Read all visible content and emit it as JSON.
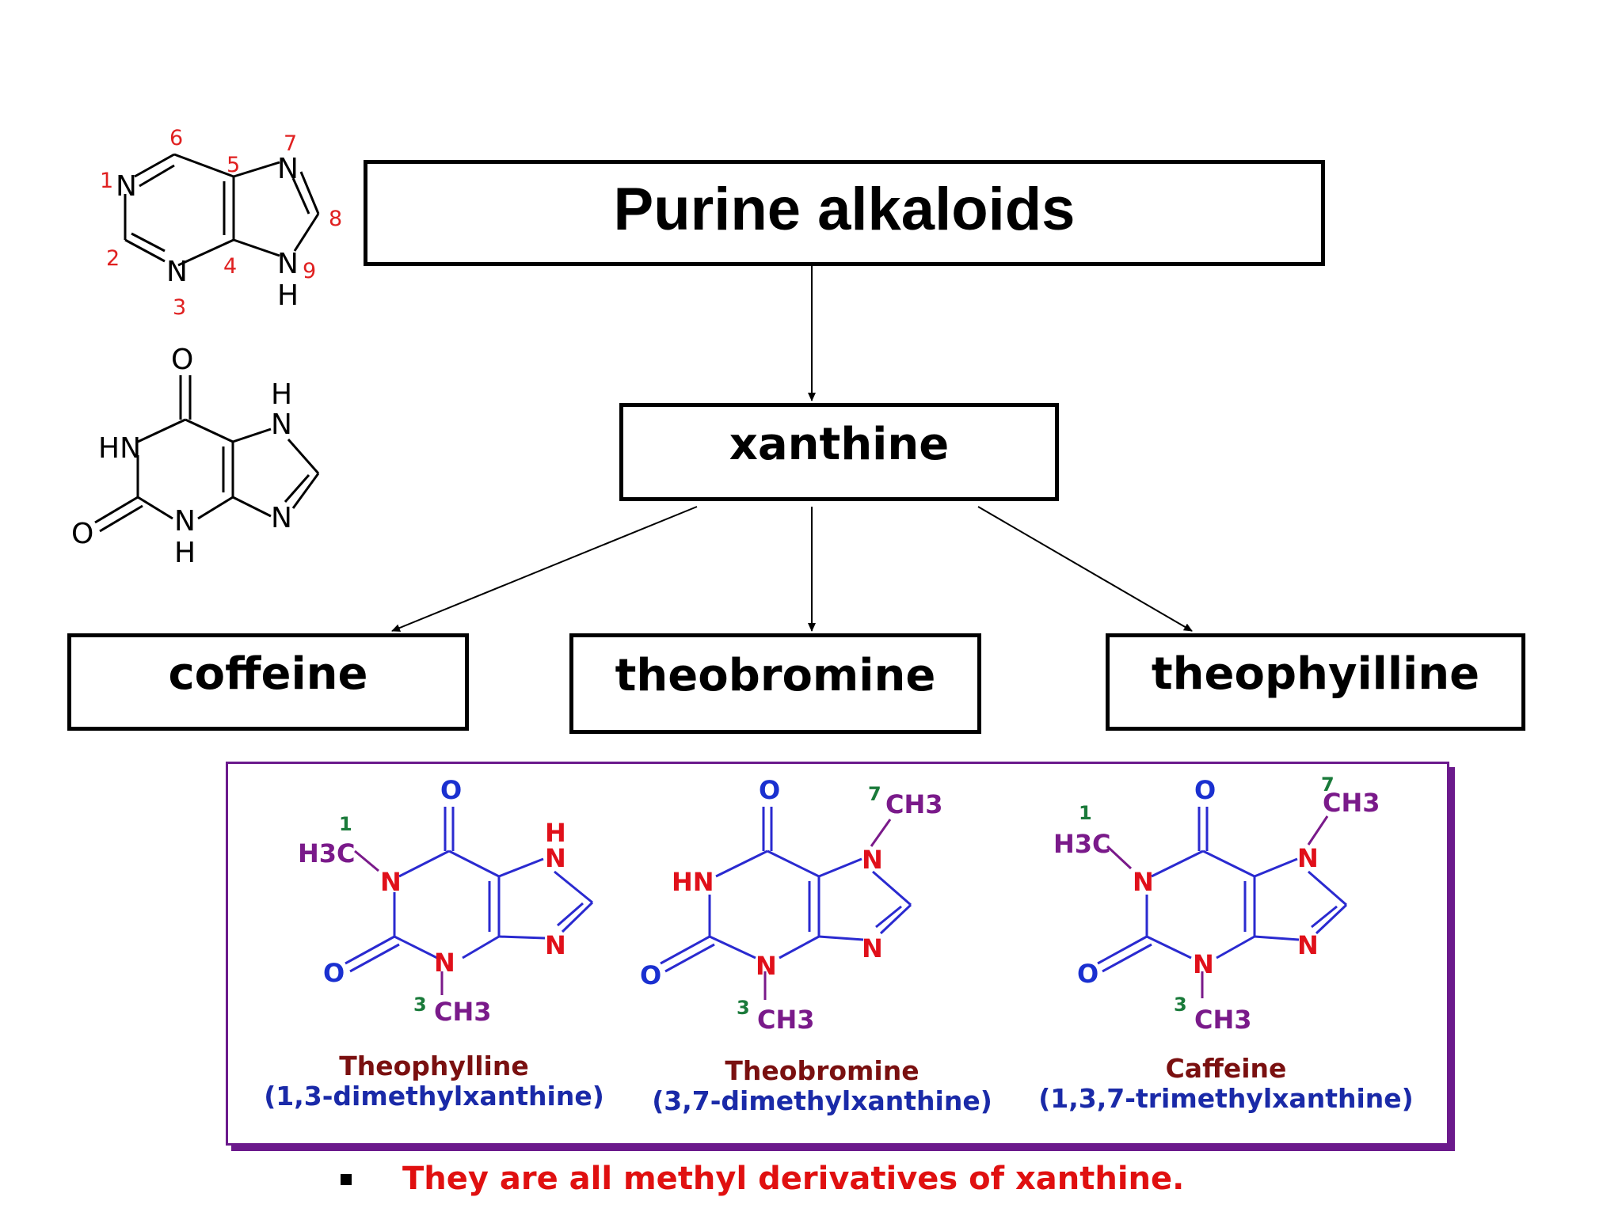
{
  "title": "Purine alkaloids",
  "parent_compound": "xanthine",
  "derivatives": [
    "coffeine",
    "theobromine",
    "theophyilline"
  ],
  "purine_structure": {
    "atoms": {
      "n1": "N",
      "n3": "N",
      "n7": "N",
      "n9": "N",
      "h9": "H"
    },
    "numbering": [
      "1",
      "2",
      "3",
      "4",
      "5",
      "6",
      "7",
      "8",
      "9"
    ]
  },
  "xanthine_structure": {
    "atoms": {
      "o_top": "O",
      "o_left": "O",
      "hn": "HN",
      "n3": "N",
      "h3": "H",
      "n7": "N",
      "h7": "H",
      "n9": "N"
    }
  },
  "molecules": [
    {
      "name": "Theophylline",
      "systematic_name": "(1,3-dimethylxanthine)",
      "atoms": {
        "o_top": "O",
        "o_left": "O",
        "n1": "N",
        "n3": "N",
        "n7": "N",
        "h7": "H",
        "n9": "N",
        "me1": "H3C",
        "me3": "CH3"
      },
      "locants": {
        "l1": "1",
        "l3": "3"
      }
    },
    {
      "name": "Theobromine",
      "systematic_name": "(3,7-dimethylxanthine)",
      "atoms": {
        "o_top": "O",
        "o_left": "O",
        "hn": "HN",
        "n3": "N",
        "n7": "N",
        "n9": "N",
        "me3": "CH3",
        "me7": "CH3"
      },
      "locants": {
        "l3": "3",
        "l7": "7"
      }
    },
    {
      "name": "Caffeine",
      "systematic_name": "(1,3,7-trimethylxanthine)",
      "atoms": {
        "o_top": "O",
        "o_left": "O",
        "n1": "N",
        "n3": "N",
        "n7": "N",
        "n9": "N",
        "me1": "H3C",
        "me3": "CH3",
        "me7": "CH3"
      },
      "locants": {
        "l1": "1",
        "l3": "3",
        "l7": "7"
      }
    }
  ],
  "footer_note": "They are all methyl derivatives of xanthine.",
  "colors": {
    "number_red": "#e02020",
    "struct_black": "#000000",
    "atom_n": "#e0101a",
    "atom_o": "#1a30d0",
    "methyl": "#7a1a8a",
    "locant": "#1a7a3a",
    "bond": "#2a2ad0",
    "panel_border": "#6b1a8c",
    "mol_name": "#7a1010",
    "iupac": "#1a2aa8",
    "footer": "#e01010"
  }
}
